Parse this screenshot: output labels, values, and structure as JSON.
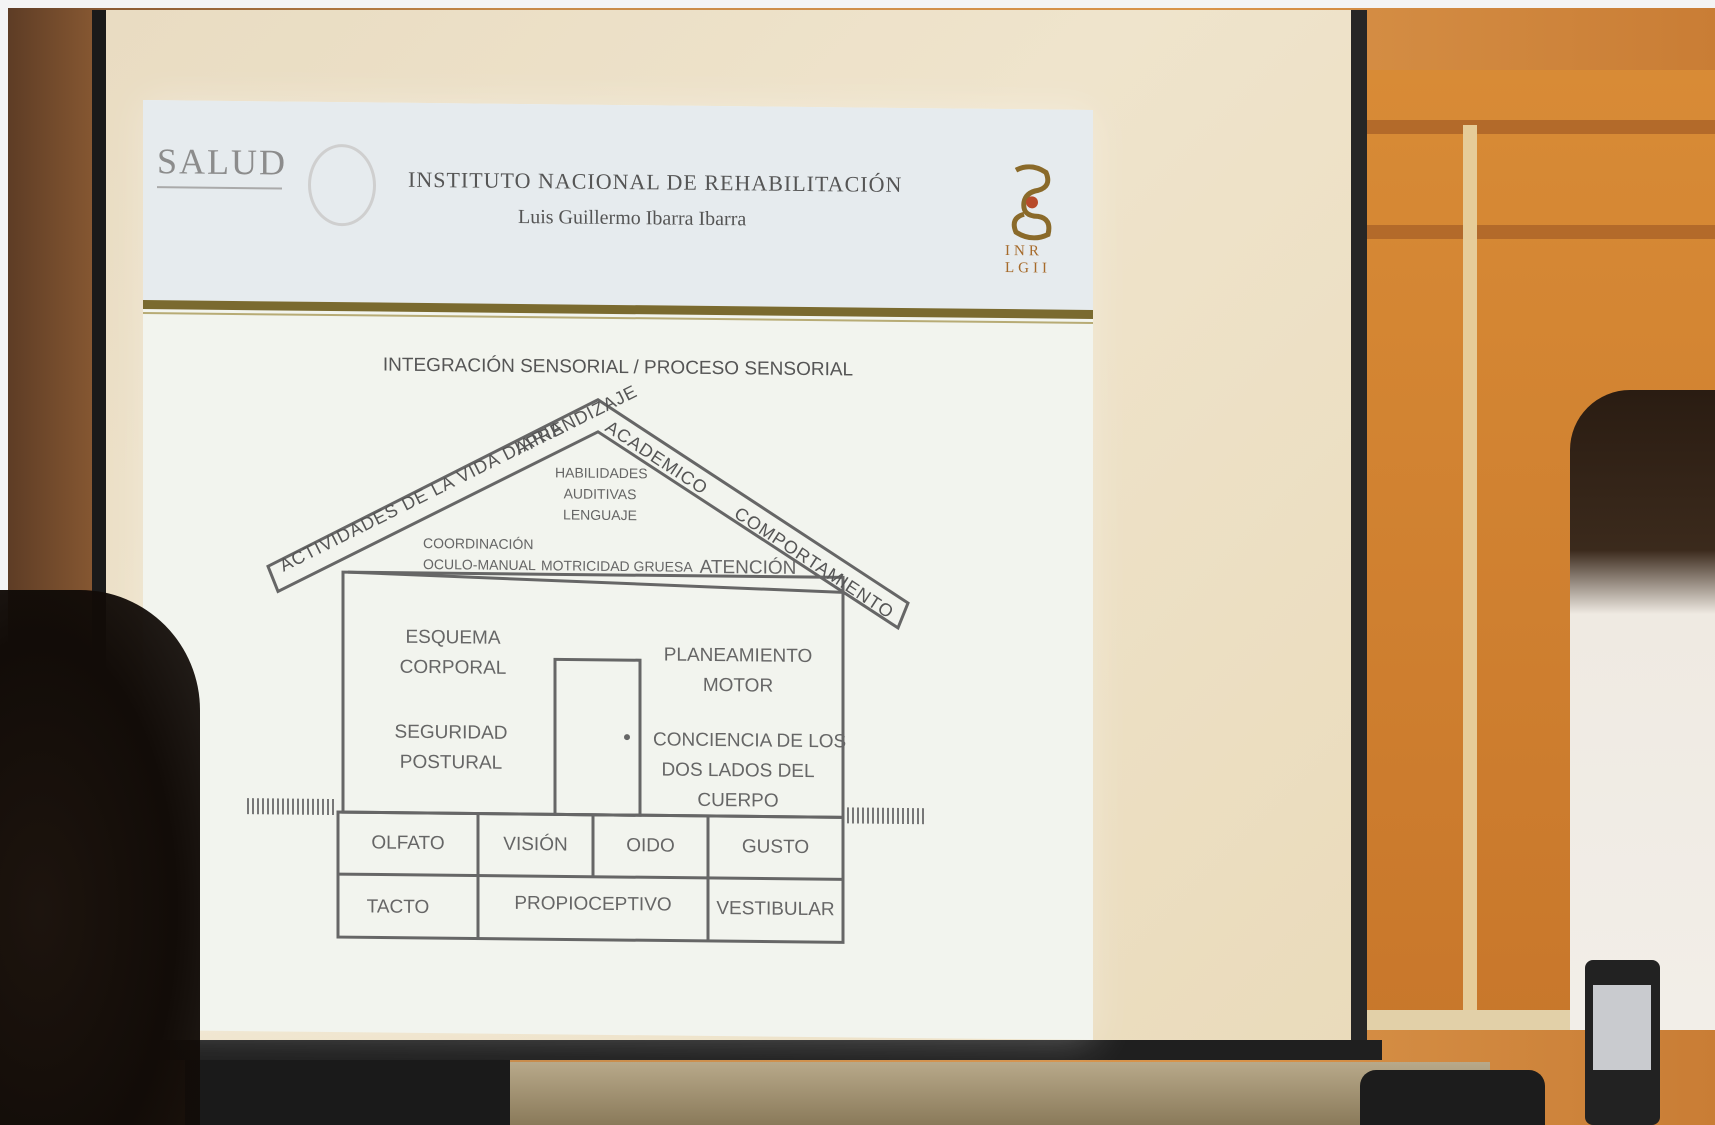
{
  "header": {
    "logo_left": "SALUD",
    "institute": "INSTITUTO NACIONAL DE REHABILITACIÓN",
    "person": "Luis Guillermo Ibarra Ibarra",
    "logo_right_letters": "INR LGII"
  },
  "diagram": {
    "title": "INTEGRACIÓN SENSORIAL / PROCESO SENSORIAL",
    "roof": {
      "left_slope": [
        "ACTIVIDADES DE LA VIDA DIARIA",
        "APRENDIZAJE"
      ],
      "right_slope": [
        "ACADEMICO",
        "COMPORTAMIENTO"
      ]
    },
    "attic": {
      "top": [
        "HABILIDADES",
        "AUDITIVAS",
        "LENGUAJE"
      ],
      "left": [
        "COORDINACIÓN",
        "OCULO-MANUAL"
      ],
      "middle": "MOTRICIDAD GRUESA",
      "right": "ATENCIÓN"
    },
    "walls": {
      "left_top": [
        "ESQUEMA",
        "CORPORAL"
      ],
      "left_bottom": [
        "SEGURIDAD",
        "POSTURAL"
      ],
      "right_top": [
        "PLANEAMIENTO",
        "MOTOR"
      ],
      "right_bottom": [
        "CONCIENCIA DE LOS",
        "DOS LADOS DEL",
        "CUERPO"
      ]
    },
    "foundation": {
      "row1": [
        "OLFATO",
        "VISIÓN",
        "OIDO",
        "GUSTO"
      ],
      "row2": [
        "TACTO",
        "PROPIOCEPTIVO",
        "VESTIBULAR"
      ]
    }
  },
  "colors": {
    "header_rule": "#7a6a2f",
    "slide_bg": "#f2f4ee",
    "wall": "#d9944a"
  }
}
